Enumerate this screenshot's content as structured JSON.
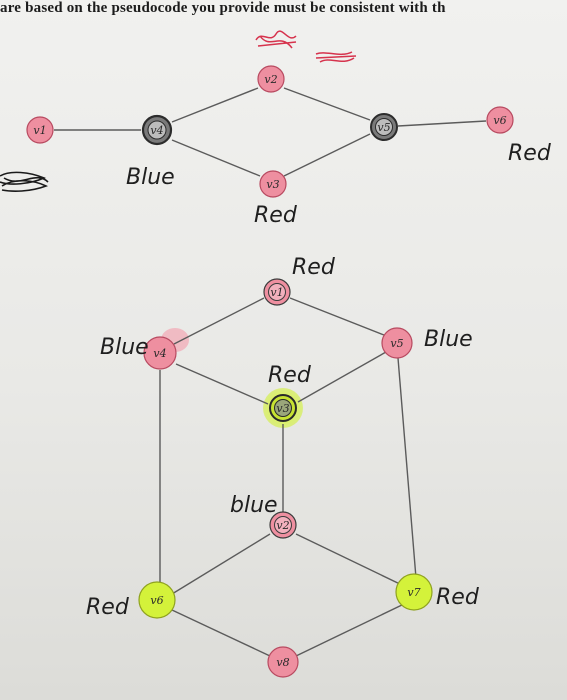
{
  "header": {
    "text": "are based on the pseudocode you provide must be consistent with th"
  },
  "colors": {
    "red_fill": "#ee8fa0",
    "dark_fill": "#6f6f6f",
    "green_fill": "#d4f23a",
    "paper": "#eeeeec",
    "ink": "#1f1f1f",
    "strike": "#d6334d"
  },
  "graph_top": {
    "nodes": [
      {
        "id": "v1",
        "fill": "red"
      },
      {
        "id": "v2",
        "fill": "red"
      },
      {
        "id": "v3",
        "fill": "red"
      },
      {
        "id": "v4",
        "fill": "dark"
      },
      {
        "id": "v5",
        "fill": "dark"
      },
      {
        "id": "v6",
        "fill": "red"
      }
    ],
    "annotations": [
      "Blue",
      "Red",
      "Red"
    ]
  },
  "graph_bottom": {
    "nodes": [
      {
        "id": "v1",
        "fill": "red"
      },
      {
        "id": "v4",
        "fill": "red"
      },
      {
        "id": "v5",
        "fill": "red"
      },
      {
        "id": "v3",
        "fill": "green"
      },
      {
        "id": "v2",
        "fill": "red"
      },
      {
        "id": "v6",
        "fill": "green"
      },
      {
        "id": "v7",
        "fill": "green"
      },
      {
        "id": "v8",
        "fill": "red"
      }
    ],
    "annotations": [
      "Red",
      "Blue",
      "Blue",
      "Red",
      "blue",
      "Red",
      "Red"
    ]
  }
}
